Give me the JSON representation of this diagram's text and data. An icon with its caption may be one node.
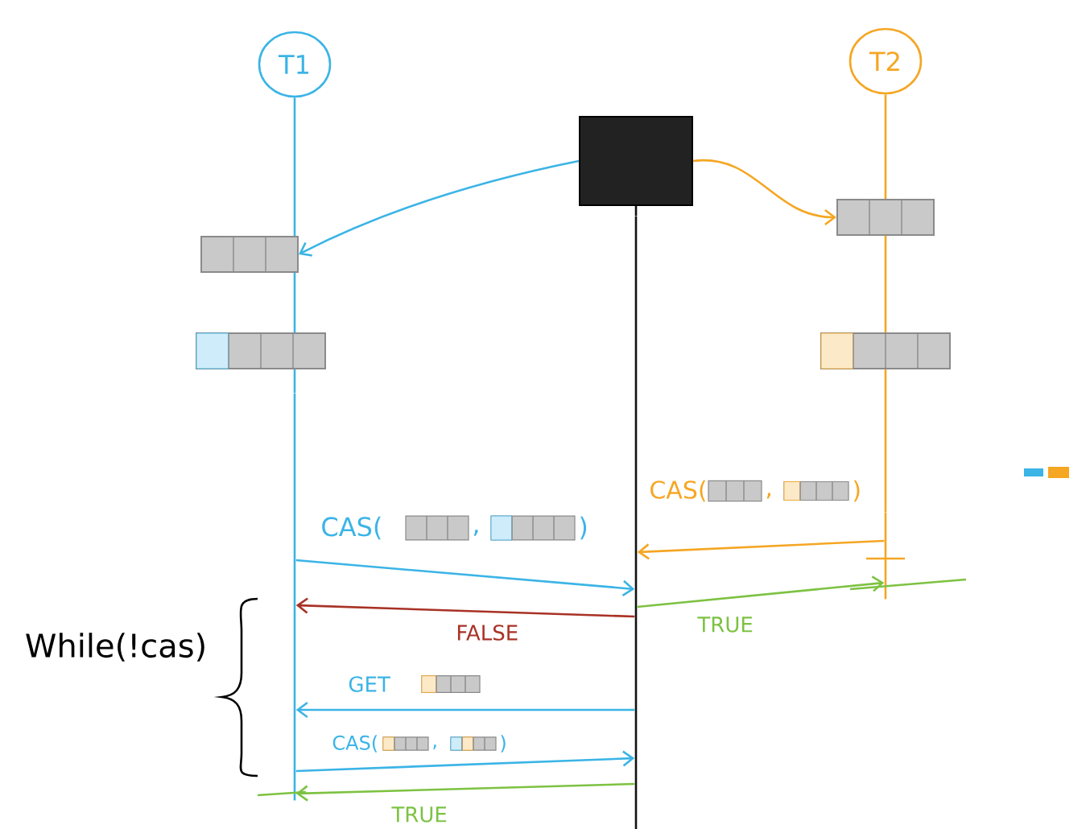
{
  "diagram": {
    "nodes": [
      {
        "text": [
          "T1"
        ]
      },
      {
        "text": [
          "T2"
        ]
      },
      {
        "text": [],
        "shape": "box"
      },
      {
        "text": [],
        "shape": "box"
      },
      {
        "text": [],
        "shape": "box"
      },
      {
        "text": [],
        "shape": "box"
      },
      {
        "text": [],
        "shape": "box"
      },
      {
        "text": [],
        "shape": "bar"
      },
      {
        "text": [],
        "shape": "bar"
      },
      {
        "text": [],
        "shape": "bar"
      }
    ],
    "edges": [
      {
        "from": 0,
        "to": 3,
        "arrow": "none"
      },
      {
        "from": 3,
        "to": 5,
        "arrow": "none"
      },
      {
        "from": 5,
        "to": 7,
        "arrow": "none"
      },
      {
        "from": 1,
        "to": 4,
        "arrow": "none",
        "color": "#f5a623"
      },
      {
        "from": 4,
        "to": 6,
        "arrow": "none",
        "color": "#f5a623"
      },
      {
        "from": 6,
        "to": 9,
        "arrow": "none",
        "color": "#f5a623"
      },
      {
        "from": 2,
        "to": 8,
        "arrow": "none",
        "color": "#111111"
      },
      {
        "from": 2,
        "to": 3,
        "arrow": "to"
      },
      {
        "from": 2,
        "to": 4,
        "arrow": "to",
        "color": "#f5a623"
      },
      {
        "from": 7,
        "to": 8,
        "arrow": "to",
        "label": "CAS("
      },
      {
        "from": 8,
        "to": 7,
        "arrow": "to",
        "label": "FALSE",
        "color": "#a83226"
      },
      {
        "from": 8,
        "to": 7,
        "arrow": "to",
        "label": "GET"
      },
      {
        "from": 7,
        "to": 8,
        "arrow": "to",
        "label": "CAS("
      },
      {
        "from": 8,
        "to": 7,
        "arrow": "to",
        "label": "TRUE",
        "color": "#7dc242"
      },
      {
        "from": 9,
        "to": 8,
        "arrow": "to",
        "label": "CAS(",
        "color": "#f5a623"
      },
      {
        "from": 8,
        "to": 9,
        "arrow": "to",
        "label": "TRUE",
        "color": "#7dc242"
      }
    ],
    "labels": [
      "While(!cas)",
      ",",
      ")",
      ",",
      ")",
      ",",
      ")"
    ]
  }
}
